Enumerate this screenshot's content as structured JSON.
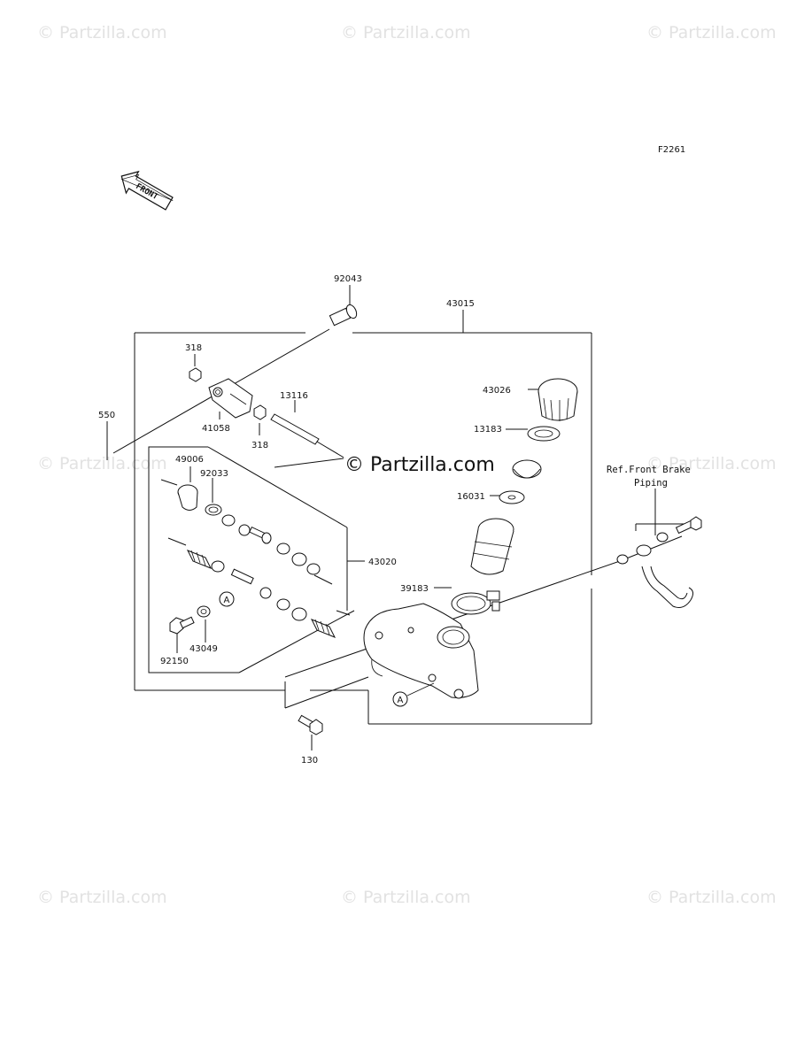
{
  "watermark": "© Partzilla.com",
  "figure_code": "F2261",
  "front_label": "FRONT",
  "callout_letter": "A",
  "reference_note": {
    "line1": "Ref.Front Brake",
    "line2": "Piping"
  },
  "parts": {
    "p92043": "92043",
    "p43015": "43015",
    "p318_top": "318",
    "p318_bottom": "318",
    "p41058": "41058",
    "p13116": "13116",
    "p550": "550",
    "p43026": "43026",
    "p13183": "13183",
    "p49006": "49006",
    "p92033": "92033",
    "p16031": "16031",
    "p43020": "43020",
    "p39183": "39183",
    "p43049": "43049",
    "p92150": "92150",
    "p130": "130"
  }
}
